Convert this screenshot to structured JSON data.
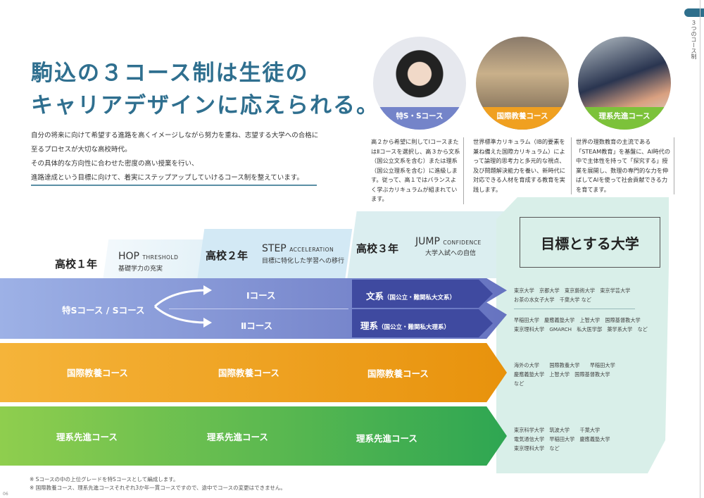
{
  "title": {
    "line1": "駒込の３コース制は生徒の",
    "line2": "キャリアデザインに応えられる。"
  },
  "intro": [
    "自分の将来に向けて希望する進路を高くイメージしながら努力を重ね、志望する大学への合格に",
    "至るプロセスが大切な高校時代。",
    "その具体的な方向性に合わせた密度の高い授業を行い、",
    "進路達成という目標に向けて、着実にステップアップしていけるコース制を整えています。"
  ],
  "courses": [
    {
      "label": "特S・Sコース",
      "color": "#6f7fc7",
      "desc": "高２から希望に則してⅠコースまたはⅡコースを選択し、高３から文系（国公立文系を含む）または理系（国公立理系を含む）に進級します。従って、高１ではバランスよく学ぶカリキュラムが組まれています。"
    },
    {
      "label": "国際教養コース",
      "color": "#f0a020",
      "desc": "世界標準カリキュラム（IB的要素を兼ね備えた国際カリキュラム）によって論理的思考力と多元的な視点、及び問題解決能力を養い、新時代に対応できる人材を育成する教育を実践します。"
    },
    {
      "label": "理系先進コース",
      "color": "#7cc23a",
      "desc": "世界の理数教育の主流である「STEAM教育」を基盤に、AI時代の中で主体性を持って「探究する」授業を展開し、数理の専門的な力を伸ばしてAIを使って社会貢献できる力を育てます。"
    }
  ],
  "years": [
    {
      "year": "高校１年",
      "stage": "HOP",
      "en": "THRESHOLD",
      "sub": "基礎学力の充実"
    },
    {
      "year": "高校２年",
      "stage": "STEP",
      "en": "ACCELERATION",
      "sub": "目標に特化した学習への移行"
    },
    {
      "year": "高校３年",
      "stage": "JUMP",
      "en": "CONFIDENCE",
      "sub": "大学入試への自信"
    }
  ],
  "goal_title": "目標とする大学",
  "bands": {
    "s": {
      "y1": "特Sコース / Sコース",
      "y2a": "Ⅰコース",
      "y2b": "Ⅱコース",
      "y3a": "文系",
      "y3a_sub": "（国公立・難関私大文系）",
      "y3b": "理系",
      "y3b_sub": "（国公立・難関私大理系）",
      "color": "#6673c0"
    },
    "intl": {
      "y1": "国際教養コース",
      "y2": "国際教養コース",
      "y3": "国際教養コース",
      "color": "#f0a020"
    },
    "sci": {
      "y1": "理系先進コース",
      "y2": "理系先進コース",
      "y3": "理系先進コース",
      "color": "#3fae4a"
    }
  },
  "universities": {
    "bun": [
      "東京大学　京都大学　東京藝術大学　東京学芸大学",
      "お茶の水女子大学　千葉大学 など"
    ],
    "ri": [
      "早稲田大学　慶應義塾大学　上智大学　国際基督教大学",
      "東京理科大学　GMARCH　私大医学部　薬学系大学　など"
    ],
    "intl": [
      "海外の大学　　国際教養大学　　早稲田大学",
      "慶應義塾大学　上智大学　国際基督教大学",
      "など"
    ],
    "sci": [
      "東京科学大学　筑波大学　　千葉大学",
      "電気通信大学　早稲田大学　慶應義塾大学",
      "東京理科大学　など"
    ]
  },
  "notes": [
    "※ Sコースの中の上位グレードを特Sコースとして編成します。",
    "※ 国際教養コース、理系先進コースそれぞれ3か年一貫コースですので、途中でコースの変更はできません。"
  ],
  "side_tab": "３つのコース制",
  "page_left": "06"
}
